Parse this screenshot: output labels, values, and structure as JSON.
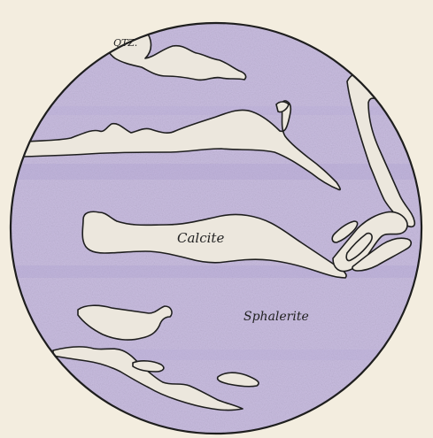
{
  "labels": {
    "qtz": "QTZ.",
    "calcite": "Calcite",
    "sphalerite": "Sphalerite"
  },
  "colors": {
    "paper": "#f3eddf",
    "sphalerite_fill": "#c9bde0",
    "mineral_fill": "#ece7dd",
    "outline": "#1e1e1e"
  }
}
